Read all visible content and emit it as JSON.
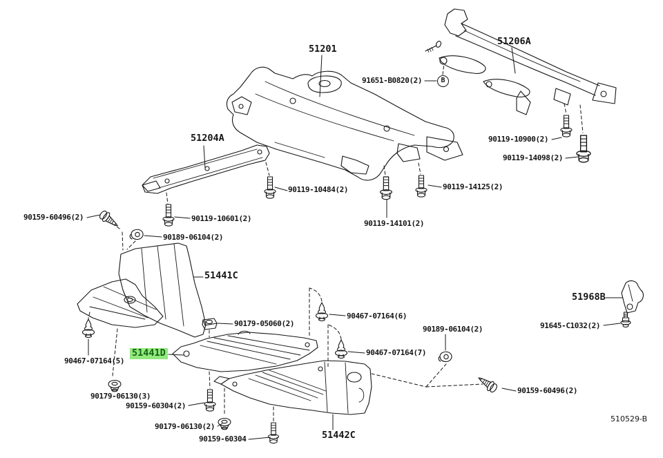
{
  "diagram": {
    "figure_code": "510529-B",
    "connector_b": "B",
    "colors": {
      "ink": "#141414",
      "highlight_bg": "#93e87e",
      "highlight_fg": "#136413"
    },
    "labels": [
      {
        "part": "51201",
        "text": "51201"
      },
      {
        "part": "51206A",
        "text": "51206A"
      },
      {
        "part": "91651-B0820",
        "text": "91651-B0820(2)"
      },
      {
        "part": "51204A",
        "text": "51204A"
      },
      {
        "part": "90119-10900",
        "text": "90119-10900(2)"
      },
      {
        "part": "90119-14098",
        "text": "90119-14098(2)"
      },
      {
        "part": "90119-10484",
        "text": "90119-10484(2)"
      },
      {
        "part": "90119-14125",
        "text": "90119-14125(2)"
      },
      {
        "part": "90119-10601",
        "text": "90119-10601(2)"
      },
      {
        "part": "90119-14101",
        "text": "90119-14101(2)"
      },
      {
        "part": "90159-60496",
        "text": "90159-60496(2)"
      },
      {
        "part": "90189-06104",
        "text": "90189-06104(2)"
      },
      {
        "part": "51441C",
        "text": "51441C"
      },
      {
        "part": "90179-05060",
        "text": "90179-05060(2)"
      },
      {
        "part": "90467-07164",
        "text": "90467-07164(6)"
      },
      {
        "part": "90189-06104",
        "text": "90189-06104(2)"
      },
      {
        "part": "51968B",
        "text": "51968B"
      },
      {
        "part": "91645-C1032",
        "text": "91645-C1032(2)"
      },
      {
        "part": "90467-07164",
        "text": "90467-07164(5)"
      },
      {
        "part": "51441D",
        "text": "51441D",
        "highlighted": true
      },
      {
        "part": "90467-07164",
        "text": "90467-07164(7)"
      },
      {
        "part": "90179-06130",
        "text": "90179-06130(3)"
      },
      {
        "part": "90159-60304",
        "text": "90159-60304(2)"
      },
      {
        "part": "90179-06130",
        "text": "90179-06130(2)"
      },
      {
        "part": "90159-60304",
        "text": "90159-60304"
      },
      {
        "part": "51442C",
        "text": "51442C"
      },
      {
        "part": "90159-60496",
        "text": "90159-60496(2)"
      }
    ]
  }
}
